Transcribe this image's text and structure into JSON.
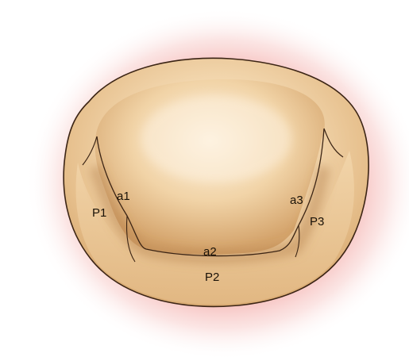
{
  "labels": {
    "a1": "a1",
    "p1": "P1",
    "a2": "a2",
    "p2": "P2",
    "a3": "a3",
    "p3": "P3"
  },
  "colors": {
    "background": "#ffffff",
    "annulus_glow": "#f3a3a0",
    "leaflet_light": "#fbe9cf",
    "leaflet_mid": "#ecc896",
    "leaflet_dark": "#c7955c",
    "outline": "#3b2414"
  }
}
